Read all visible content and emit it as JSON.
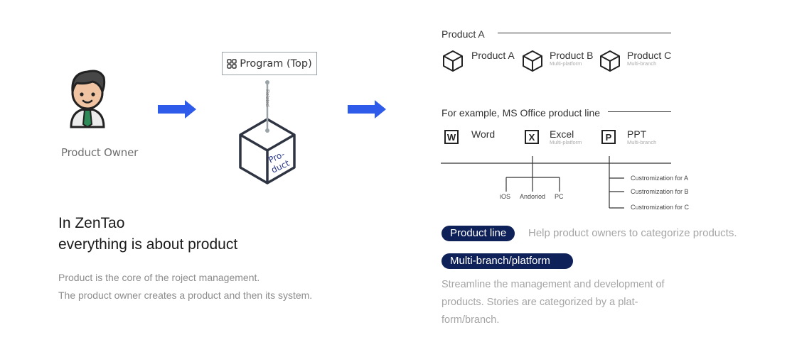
{
  "left": {
    "owner_label": "Product Owner",
    "program_label": "Program (Top)",
    "related_label": "Related",
    "cube_label_line1": "Pro-",
    "cube_label_line2": "duct",
    "headline_line1": "In ZenTao",
    "headline_line2": "everything is about product",
    "desc_line1": "Product is the core of the roject management.",
    "desc_line2": "The product owner creates a product and then its system."
  },
  "right": {
    "section1_title": "Product A",
    "products": [
      {
        "name": "Product A",
        "sub": ""
      },
      {
        "name": "Product B",
        "sub": "Multi-platform"
      },
      {
        "name": "Product C",
        "sub": "Multi-branch"
      }
    ],
    "section2_title": "For example, MS Office product line",
    "office": [
      {
        "letter": "W",
        "name": "Word",
        "sub": ""
      },
      {
        "letter": "X",
        "name": "Excel",
        "sub": "Multi-platform"
      },
      {
        "letter": "P",
        "name": "PPT",
        "sub": "Multi-branch"
      }
    ],
    "platforms": [
      "iOS",
      "Andoriod",
      "PC"
    ],
    "branches": [
      "Custromization for A",
      "Custromization for B",
      "Custromization for C"
    ],
    "pill1_label": "Product line",
    "pill1_desc": "Help product owners to categorize products.",
    "pill2_label": "Multi-branch/platform",
    "pill2_desc_line1": "Streamline the management and development of",
    "pill2_desc_line2": "products. Stories are categorized by a plat-",
    "pill2_desc_line3": "form/branch."
  },
  "colors": {
    "arrow": "#2f5bea",
    "pill_bg": "#0e2158",
    "cube_text": "#2b3a8c"
  }
}
